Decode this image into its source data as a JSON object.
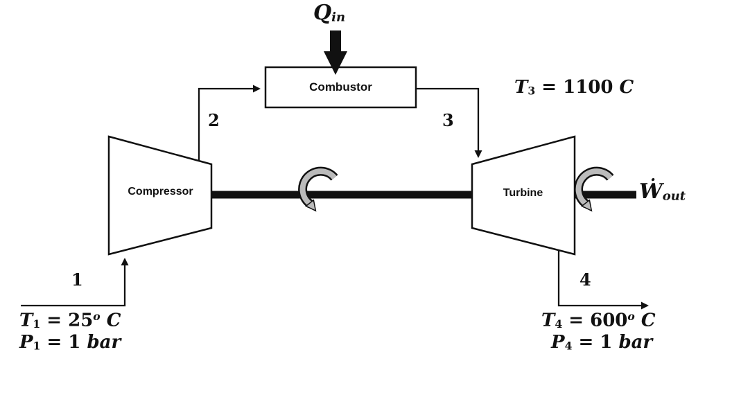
{
  "diagram": {
    "title_hint": "Gas turbine Brayton cycle schematic",
    "components": {
      "compressor": "Compressor",
      "combustor": "Combustor",
      "turbine": "Turbine"
    },
    "energy": {
      "q_in": {
        "main": "Q",
        "sub": "in"
      },
      "w_out": {
        "main": "Ẇ",
        "sub": "out"
      }
    },
    "states": {
      "s1": "1",
      "s2": "2",
      "s3": "3",
      "s4": "4"
    },
    "conditions": {
      "t3": {
        "var": "T",
        "sub": "3",
        "eq": " = 1100 ",
        "unit": "C"
      },
      "t1": {
        "var": "T",
        "sub": "1",
        "eq": " = 25",
        "sup": "o",
        "unit": " C"
      },
      "p1": {
        "var": "P",
        "sub": "1",
        "eq": " = 1 ",
        "unit": "bar"
      },
      "t4": {
        "var": "T",
        "sub": "4",
        "eq": " = 600",
        "sup": "o",
        "unit": " C"
      },
      "p4": {
        "var": "P",
        "sub": "4",
        "eq": " = 1 ",
        "unit": "bar"
      }
    },
    "colors": {
      "line": "#111111",
      "fill": "#ffffff",
      "rotation_band": "#bbbbbb"
    }
  }
}
